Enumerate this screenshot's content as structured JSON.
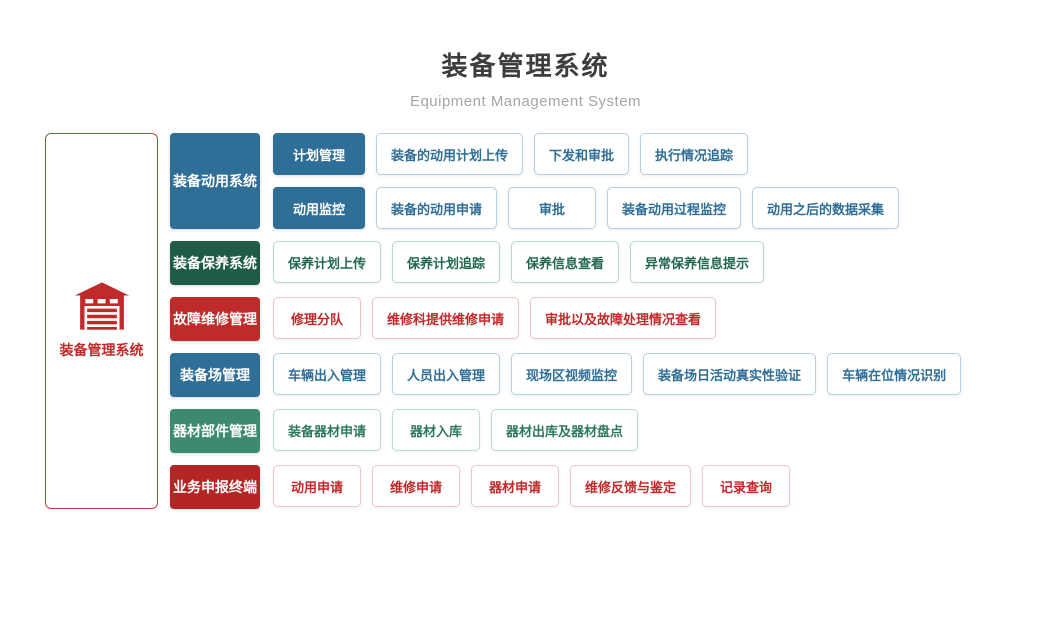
{
  "title": "装备管理系统",
  "subtitle": "Equipment Management System",
  "root": {
    "label": "装备管理系统",
    "icon": "garage-icon",
    "color": "#c02a2a",
    "border_color": "#c84040"
  },
  "sections": [
    {
      "label": "装备动用系统",
      "theme": {
        "bg": "#2f6e96",
        "item_text": "#2f6e96",
        "item_border": "#b7cfdf"
      },
      "subrows": [
        {
          "label": "计划管理",
          "items": [
            "装备的动用计划上传",
            "下发和审批",
            "执行情况追踪"
          ]
        },
        {
          "label": "动用监控",
          "items": [
            "装备的动用申请",
            "审批",
            "装备动用过程监控",
            "动用之后的数据采集"
          ]
        }
      ]
    },
    {
      "label": "装备保养系统",
      "theme": {
        "bg": "#1e5c49",
        "item_text": "#236753",
        "item_border": "#bcd8cd"
      },
      "items": [
        "保养计划上传",
        "保养计划追踪",
        "保养信息查看",
        "异常保养信息提示"
      ]
    },
    {
      "label": "故障维修管理",
      "theme": {
        "bg": "#c02a2a",
        "item_text": "#c02a2a",
        "item_border": "#efc4c4"
      },
      "items": [
        "修理分队",
        "维修科提供维修申请",
        "审批以及故障处理情况查看"
      ]
    },
    {
      "label": "装备场管理",
      "theme": {
        "bg": "#2f6e96",
        "item_text": "#2f6e96",
        "item_border": "#b7cfdf"
      },
      "items": [
        "车辆出入管理",
        "人员出入管理",
        "现场区视频监控",
        "装备场日活动真实性验证",
        "车辆在位情况识别"
      ]
    },
    {
      "label": "器材部件管理",
      "theme": {
        "bg": "#3d8b6e",
        "item_text": "#2e7a5d",
        "item_border": "#bedacd"
      },
      "items": [
        "装备器材申请",
        "器材入库",
        "器材出库及器材盘点"
      ]
    },
    {
      "label": "业务申报终端",
      "theme": {
        "bg": "#b52525",
        "item_text": "#c02a2a",
        "item_border": "#f0c6c6"
      },
      "items": [
        "动用申请",
        "维修申请",
        "器材申请",
        "维修反馈与鉴定",
        "记录查询"
      ]
    }
  ]
}
